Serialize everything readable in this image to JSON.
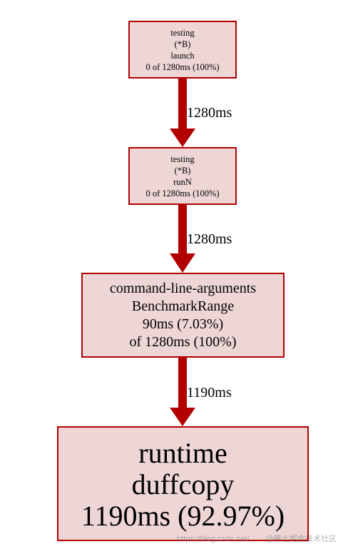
{
  "colors": {
    "node_fill": "#edd6d5",
    "node_border": "#b20000",
    "edge": "#b20000",
    "background": "#ffffff"
  },
  "nodes": [
    {
      "lines": [
        "testing",
        "(*B)",
        "launch",
        "0 of 1280ms (100%)"
      ]
    },
    {
      "lines": [
        "testing",
        "(*B)",
        "runN",
        "0 of 1280ms (100%)"
      ]
    },
    {
      "lines": [
        "command-line-arguments",
        "BenchmarkRange",
        "90ms (7.03%)",
        "of 1280ms (100%)"
      ]
    },
    {
      "lines": [
        "runtime",
        "duffcopy",
        "1190ms (92.97%)"
      ]
    }
  ],
  "edges": [
    {
      "from": 0,
      "to": 1,
      "label": "1280ms"
    },
    {
      "from": 1,
      "to": 2,
      "label": "1280ms"
    },
    {
      "from": 2,
      "to": 3,
      "label": "1190ms"
    }
  ],
  "watermark": {
    "url": "https://blog.csdn.net/...",
    "brand": "@稀土掘金技术社区"
  }
}
